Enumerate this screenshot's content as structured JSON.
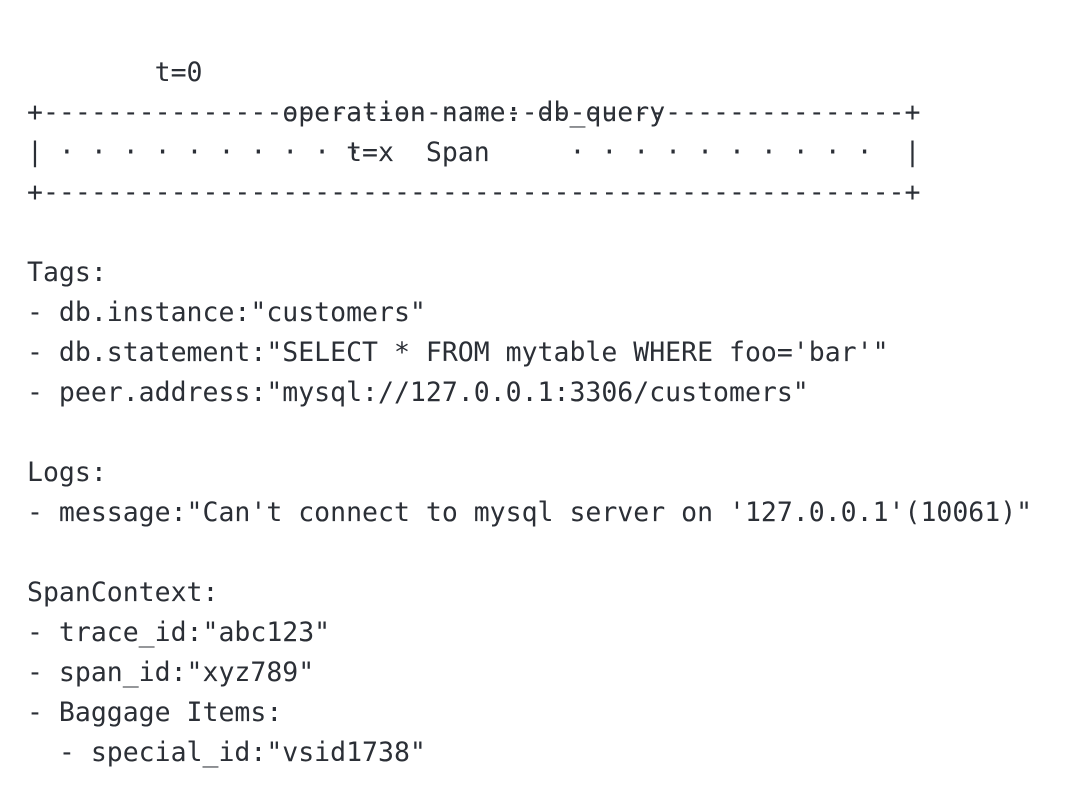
{
  "diagram": {
    "kind": "opentracing-span-ascii-diagram",
    "timeline": {
      "t_start": "t=0",
      "operation_label": "operation name: db_query",
      "t_end": "t=x"
    },
    "span_box": {
      "label": "Span",
      "top_border": "+------------------------------------------------------+",
      "content_line": "| · · · · · · · · · ·    Span     · · · · · · · · · ·  |",
      "bottom_border": "+------------------------------------------------------+"
    }
  },
  "sections": [
    {
      "heading": "Tags:",
      "items": [
        "- db.instance:\"customers\"",
        "- db.statement:\"SELECT * FROM mytable WHERE foo='bar'\"",
        "- peer.address:\"mysql://127.0.0.1:3306/customers\""
      ]
    },
    {
      "heading": "Logs:",
      "items": [
        "- message:\"Can't connect to mysql server on '127.0.0.1'(10061)\""
      ]
    },
    {
      "heading": "SpanContext:",
      "items": [
        "- trace_id:\"abc123\"",
        "- span_id:\"xyz789\"",
        "- Baggage Items:",
        "  - special_id:\"vsid1738\""
      ]
    }
  ],
  "colors": {
    "text": "#2b2f36",
    "background": "#ffffff"
  }
}
